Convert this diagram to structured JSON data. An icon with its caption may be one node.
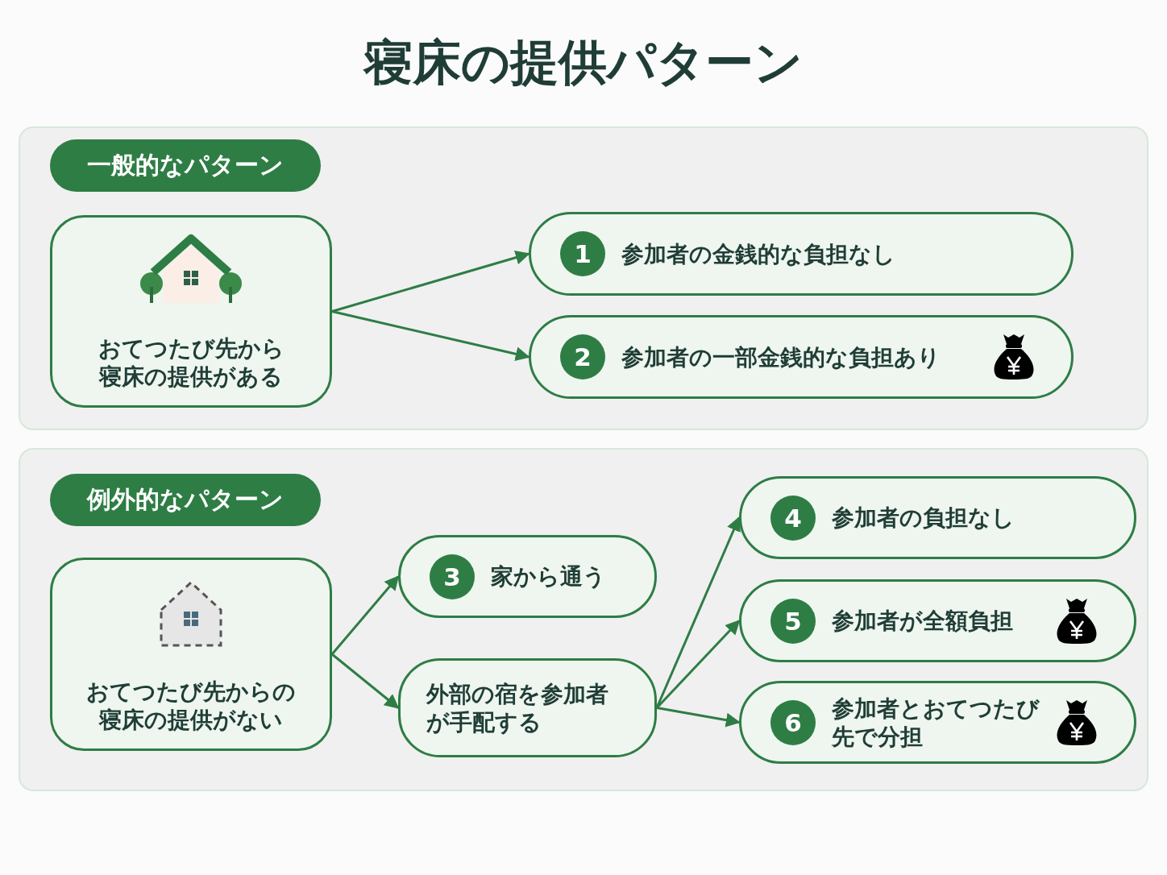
{
  "diagram": {
    "title": "寝床の提供パターン",
    "nodes": [
      {
        "text": [],
        "shape": "box"
      },
      {
        "text": [
          "一般的なパターン"
        ],
        "in": 0
      },
      {
        "text": [
          "おてつたび先から寝床の提供がある"
        ],
        "in": 0
      },
      {
        "text": [
          "1",
          "参加者の金銭的な負担なし"
        ],
        "in": 0
      },
      {
        "text": [
          "2",
          "参加者の一部金銭的な負担あり"
        ],
        "in": 0
      },
      {
        "text": [],
        "shape": "box"
      },
      {
        "text": [
          "例外的なパターン"
        ],
        "in": 5
      },
      {
        "text": [
          "おてつたび先からの寝床の提供がない"
        ],
        "in": 5
      },
      {
        "text": [
          "3",
          "家から通う"
        ],
        "in": 5
      },
      {
        "text": [
          "外部の宿を参加者が手配する"
        ],
        "in": 5
      },
      {
        "text": [
          "4",
          "参加者の負担なし"
        ],
        "in": 5
      },
      {
        "text": [
          "5",
          "参加者が全額負担"
        ],
        "in": 5
      },
      {
        "text": [
          "6",
          "参加者とおてつたび先で分担"
        ],
        "in": 5
      }
    ],
    "edges": [
      {
        "from": 2,
        "to": 3,
        "arrow": "to"
      },
      {
        "from": 2,
        "to": 4,
        "arrow": "to"
      },
      {
        "from": 7,
        "to": 8,
        "arrow": "to"
      },
      {
        "from": 7,
        "to": 9,
        "arrow": "to"
      },
      {
        "from": 9,
        "to": 10,
        "arrow": "to"
      },
      {
        "from": 9,
        "to": 11,
        "arrow": "to"
      },
      {
        "from": 9,
        "to": 12,
        "arrow": "to"
      }
    ]
  }
}
